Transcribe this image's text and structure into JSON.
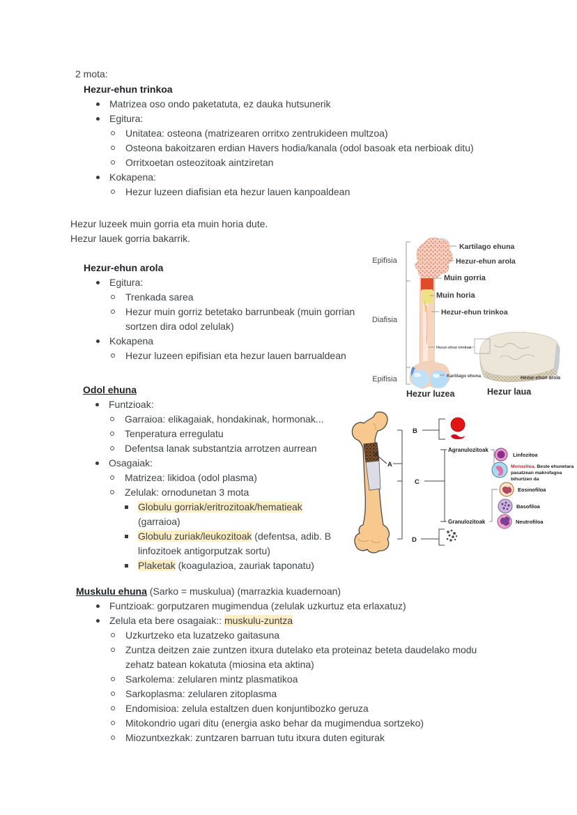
{
  "colors": {
    "highlight": "#fdeec6",
    "body_text": "#3f4245",
    "heading_text": "#1f2124",
    "red_blood_cell": "#dd1418",
    "muin_gorria_red": "#e14a2b",
    "muin_horia_yellow": "#f0e284",
    "bone_tan": "#f8c98f",
    "cartilage_blue": "#bfe2f7",
    "monozitoa_red": "#c92222"
  },
  "intro": "2 mota:",
  "trinkoa": {
    "heading": "Hezur-ehun trinkoa",
    "items": {
      "b1": "Matrizea oso ondo paketatuta, ez dauka hutsunerik",
      "b2": "Egitura:",
      "b2a": "Unitatea: osteona (matrizearen orritxo zentrukideen multzoa)",
      "b2b": "Osteona bakoitzaren erdian Havers hodia/kanala (odol basoak eta nerbioak ditu)",
      "b2c": "Orritxoetan osteozitoak aintziretan",
      "b3": "Kokapena:",
      "b3a": "Hezur luzeen diafisian eta hezur lauen kanpoaldean"
    }
  },
  "marrow_note": {
    "line1": "Hezur luzeek muin gorria eta muin horia dute.",
    "line2": "Hezur lauek gorria bakarrik."
  },
  "arola": {
    "heading": "Hezur-ehun arola",
    "items": {
      "b1": "Egitura:",
      "b1a": "Trenkada sarea",
      "b1b": "Hezur muin gorriz betetako barrunbeak (muin gorrian sortzen dira odol zelulak)",
      "b2": "Kokapena",
      "b2a": "Hezur luzeen epifisian eta hezur lauen barrualdean"
    }
  },
  "odol": {
    "heading": "Odol ehuna",
    "items": {
      "b1": "Funtzioak:",
      "b1a": "Garraioa: elikagaiak, hondakinak, hormonak...",
      "b1b": "Tenperatura erregulatu",
      "b1c": "Defentsa lanak substantzia arrotzen aurrean",
      "b2": "Osagaiak:",
      "b2a": "Matrizea: likidoa (odol plasma)",
      "b2b": "Zelulak: ornodunetan 3 mota",
      "cell1_hl": "Globulu gorriak/eritrozitoak/hematieak",
      "cell1_rest": " (garraioa)",
      "cell2_hl": "Globulu zuriak/leukozitoak",
      "cell2_rest": " (defentsa, adib. B linfozitoek antigorputzak sortu)",
      "cell3_hl": "Plaketak",
      "cell3_rest": " (koagulazioa, zauriak taponatu)"
    }
  },
  "muskulu": {
    "heading": "Muskulu ehuna",
    "heading_suffix": " (Sarko = muskulua) (marrazkia kuadernoan)",
    "items": {
      "b1": "Funtzioak: gorputzaren mugimendua (zelulak uzkurtuz eta erlaxatuz)",
      "b2_prefix": "Zelula eta bere osagaiak:: ",
      "b2_hl": "muskulu-zuntza",
      "b2a": "Uzkurtzeko eta luzatzeko gaitasuna",
      "b2b": "Zuntza deitzen zaie zuntzen itxura dutelako eta proteinaz beteta daudelako modu zehatz batean kokatuta (miosina eta aktina)",
      "b2c": "Sarkolema: zelularen mintz plasmatikoa",
      "b2d": "Sarkoplasma: zelularen zitoplasma",
      "b2e": "Endomisioa: zelula estaltzen duen konjuntibozko geruza",
      "b2f": "Mitokondrio ugari ditu (energia asko behar da mugimendua sortzeko)",
      "b2g": "Miozuntxezkak: zuntzaren barruan tutu itxura duten egiturak"
    }
  },
  "bone_diagram": {
    "epifisia_top": "Epifisia",
    "diafisia": "Diafisia",
    "epifisia_bottom": "Epifisia",
    "kartilago_top": "Kartilago ehuna",
    "arola_label": "Hezur-ehun arola",
    "muin_gorria": "Muin gorria",
    "muin_horia": "Muin horia",
    "trinkoa_label": "Hezur-ehun trinkoa",
    "trinkoa_small": "Hezur-ehun trinkoa",
    "kartilago_bottom": "Kartilago ehuna",
    "caption_long": "Hezur luzea",
    "flat_arola_label": "Hezur-ehun arola",
    "caption_flat": "Hezur laua"
  },
  "blood_diagram": {
    "a": "A",
    "b": "B",
    "c": "C",
    "d": "D",
    "agranulozitoak": "Agranulozitoak",
    "granulozitoak": "Granulozitoak",
    "linfozitoa": "Linfozitoa",
    "monozitoa_name": "Monozitoa.",
    "monozitoa_rest1": " Beste ehunetara",
    "monozitoa_rest2": "pasatzean makrofagoa",
    "monozitoa_rest3": "bihurtzen da",
    "eosinofiloa": "Eosinofiloa",
    "basofiloa": "Basofiloa",
    "neutrofiloa": "Neutrofiloa"
  }
}
